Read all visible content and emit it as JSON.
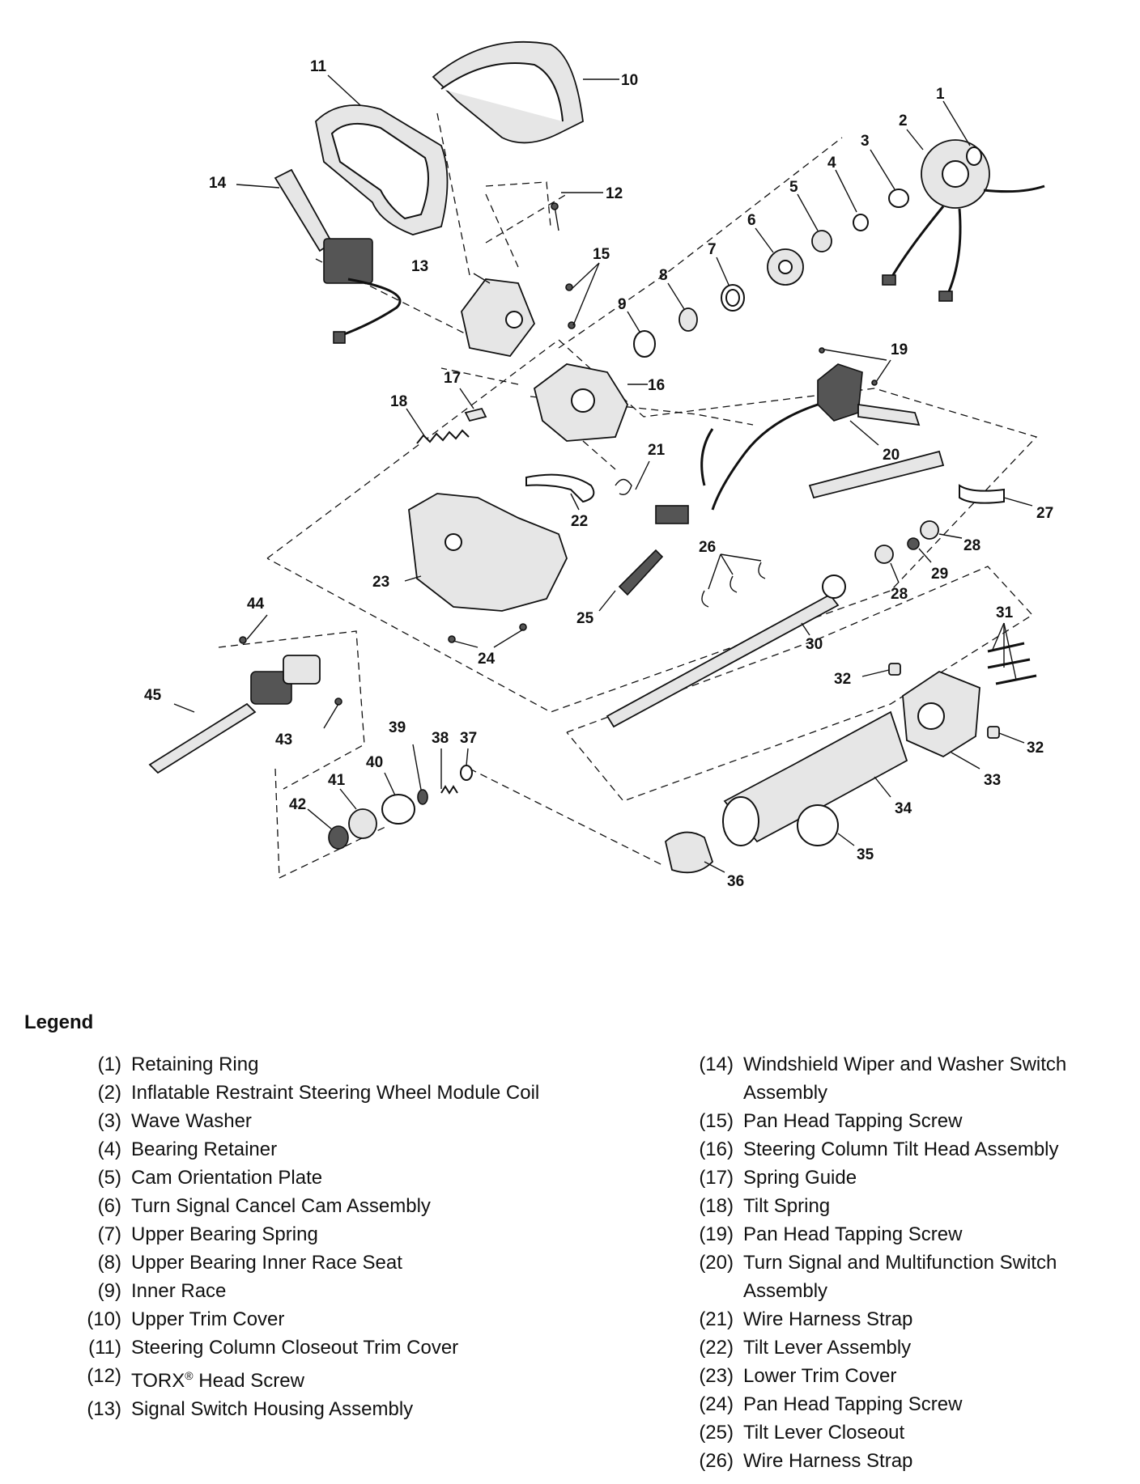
{
  "legend": {
    "title": "Legend",
    "items": [
      {
        "num": "(1)",
        "label": "Retaining Ring"
      },
      {
        "num": "(2)",
        "label": "Inflatable Restraint Steering Wheel Module Coil"
      },
      {
        "num": "(3)",
        "label": "Wave Washer"
      },
      {
        "num": "(4)",
        "label": "Bearing Retainer"
      },
      {
        "num": "(5)",
        "label": "Cam Orientation Plate"
      },
      {
        "num": "(6)",
        "label": "Turn Signal Cancel Cam Assembly"
      },
      {
        "num": "(7)",
        "label": "Upper Bearing Spring"
      },
      {
        "num": "(8)",
        "label": "Upper Bearing Inner Race Seat"
      },
      {
        "num": "(9)",
        "label": "Inner Race"
      },
      {
        "num": "(10)",
        "label": "Upper Trim Cover"
      },
      {
        "num": "(11)",
        "label": "Steering Column Closeout Trim Cover"
      },
      {
        "num": "(12)",
        "label": "TORX",
        "sup": "®",
        "rest": " Head Screw"
      },
      {
        "num": "(13)",
        "label": "Signal Switch Housing Assembly"
      },
      {
        "num": "(14)",
        "label": "Windshield Wiper and Washer Switch Assembly"
      },
      {
        "num": "(15)",
        "label": "Pan Head Tapping Screw"
      },
      {
        "num": "(16)",
        "label": "Steering Column Tilt Head Assembly"
      },
      {
        "num": "(17)",
        "label": "Spring Guide"
      },
      {
        "num": "(18)",
        "label": "Tilt Spring"
      },
      {
        "num": "(19)",
        "label": "Pan Head Tapping Screw"
      },
      {
        "num": "(20)",
        "label": "Turn Signal and Multifunction Switch Assembly"
      },
      {
        "num": "(21)",
        "label": "Wire Harness Strap"
      },
      {
        "num": "(22)",
        "label": "Tilt Lever Assembly"
      },
      {
        "num": "(23)",
        "label": "Lower Trim Cover"
      },
      {
        "num": "(24)",
        "label": "Pan Head Tapping Screw"
      },
      {
        "num": "(25)",
        "label": "Tilt Lever Closeout"
      },
      {
        "num": "(26)",
        "label": "Wire Harness Strap"
      }
    ]
  },
  "callouts": [
    "1",
    "2",
    "3",
    "4",
    "5",
    "6",
    "7",
    "8",
    "9",
    "10",
    "11",
    "12",
    "13",
    "14",
    "15",
    "16",
    "17",
    "18",
    "19",
    "20",
    "21",
    "22",
    "23",
    "24",
    "25",
    "26",
    "27",
    "28",
    "28",
    "29",
    "30",
    "31",
    "32",
    "32",
    "33",
    "34",
    "35",
    "36",
    "37",
    "38",
    "39",
    "40",
    "41",
    "42",
    "43",
    "44",
    "45"
  ]
}
